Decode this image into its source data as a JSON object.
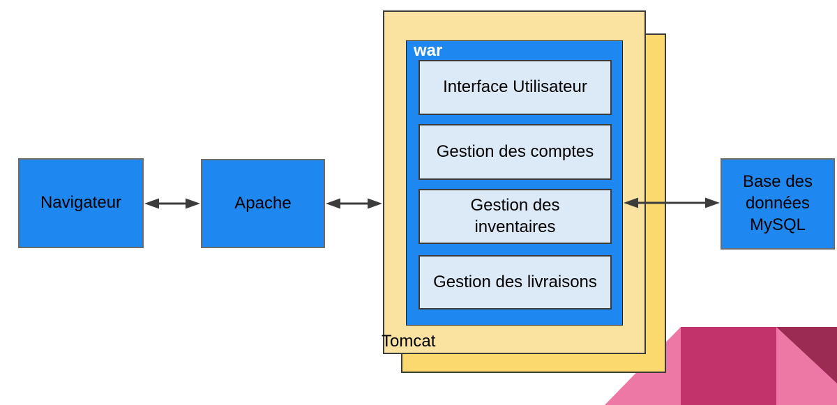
{
  "diagram": {
    "nodes": {
      "navigateur": {
        "label": "Navigateur"
      },
      "apache": {
        "label": "Apache"
      },
      "tomcat": {
        "label": "Tomcat"
      },
      "war": {
        "label": "war"
      },
      "mysql": {
        "label": "Base des\ndonnées\nMySQL"
      }
    },
    "war_modules": [
      {
        "label": "Interface Utilisateur"
      },
      {
        "label": "Gestion des comptes"
      },
      {
        "label": "Gestion des\ninventaires"
      },
      {
        "label": "Gestion des livraisons"
      }
    ],
    "connections": [
      {
        "from": "Navigateur",
        "to": "Apache",
        "style": "double-arrow"
      },
      {
        "from": "Apache",
        "to": "Tomcat",
        "style": "double-arrow"
      },
      {
        "from": "war",
        "to": "Base des données MySQL",
        "style": "double-arrow"
      }
    ],
    "colors": {
      "node_blue": "#1E87F0",
      "module_fill": "#DCE9F7",
      "panel_front": "#FAE3A0",
      "panel_back": "#FBD96E",
      "arrow": "#3C3C3C",
      "pink_light": "#EE78A5",
      "pink_dark": "#C2336B",
      "pink_maroon": "#9B2B52"
    }
  }
}
